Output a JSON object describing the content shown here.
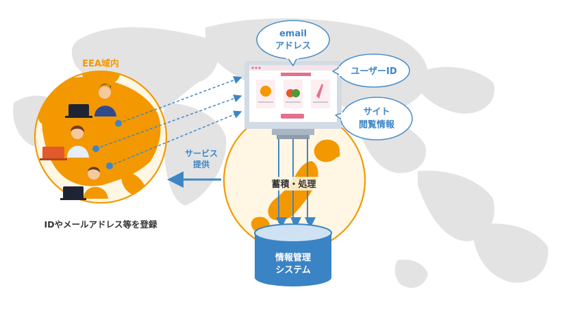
{
  "eea_label": "EEA域内",
  "register_caption": "IDやメールアドレス等を登録",
  "service_label": {
    "line1": "サービス",
    "line2": "提供"
  },
  "bubbles": {
    "email": {
      "line1": "email",
      "line2": "アドレス"
    },
    "user_id": {
      "line1": "ユーザーID"
    },
    "site": {
      "line1": "サイト",
      "line2": "閲覧情報"
    }
  },
  "storage_label": "蓄積・処理",
  "database": {
    "line1": "情報管理",
    "line2": "システム"
  },
  "colors": {
    "orange": "#f39800",
    "light_orange_fill": "#fff6e3",
    "blue": "#3d86c6",
    "bubble_border": "#4a90c8",
    "db_blue": "#3a83c4",
    "map_gray": "#e3e3e3",
    "text_dark": "#333333"
  }
}
